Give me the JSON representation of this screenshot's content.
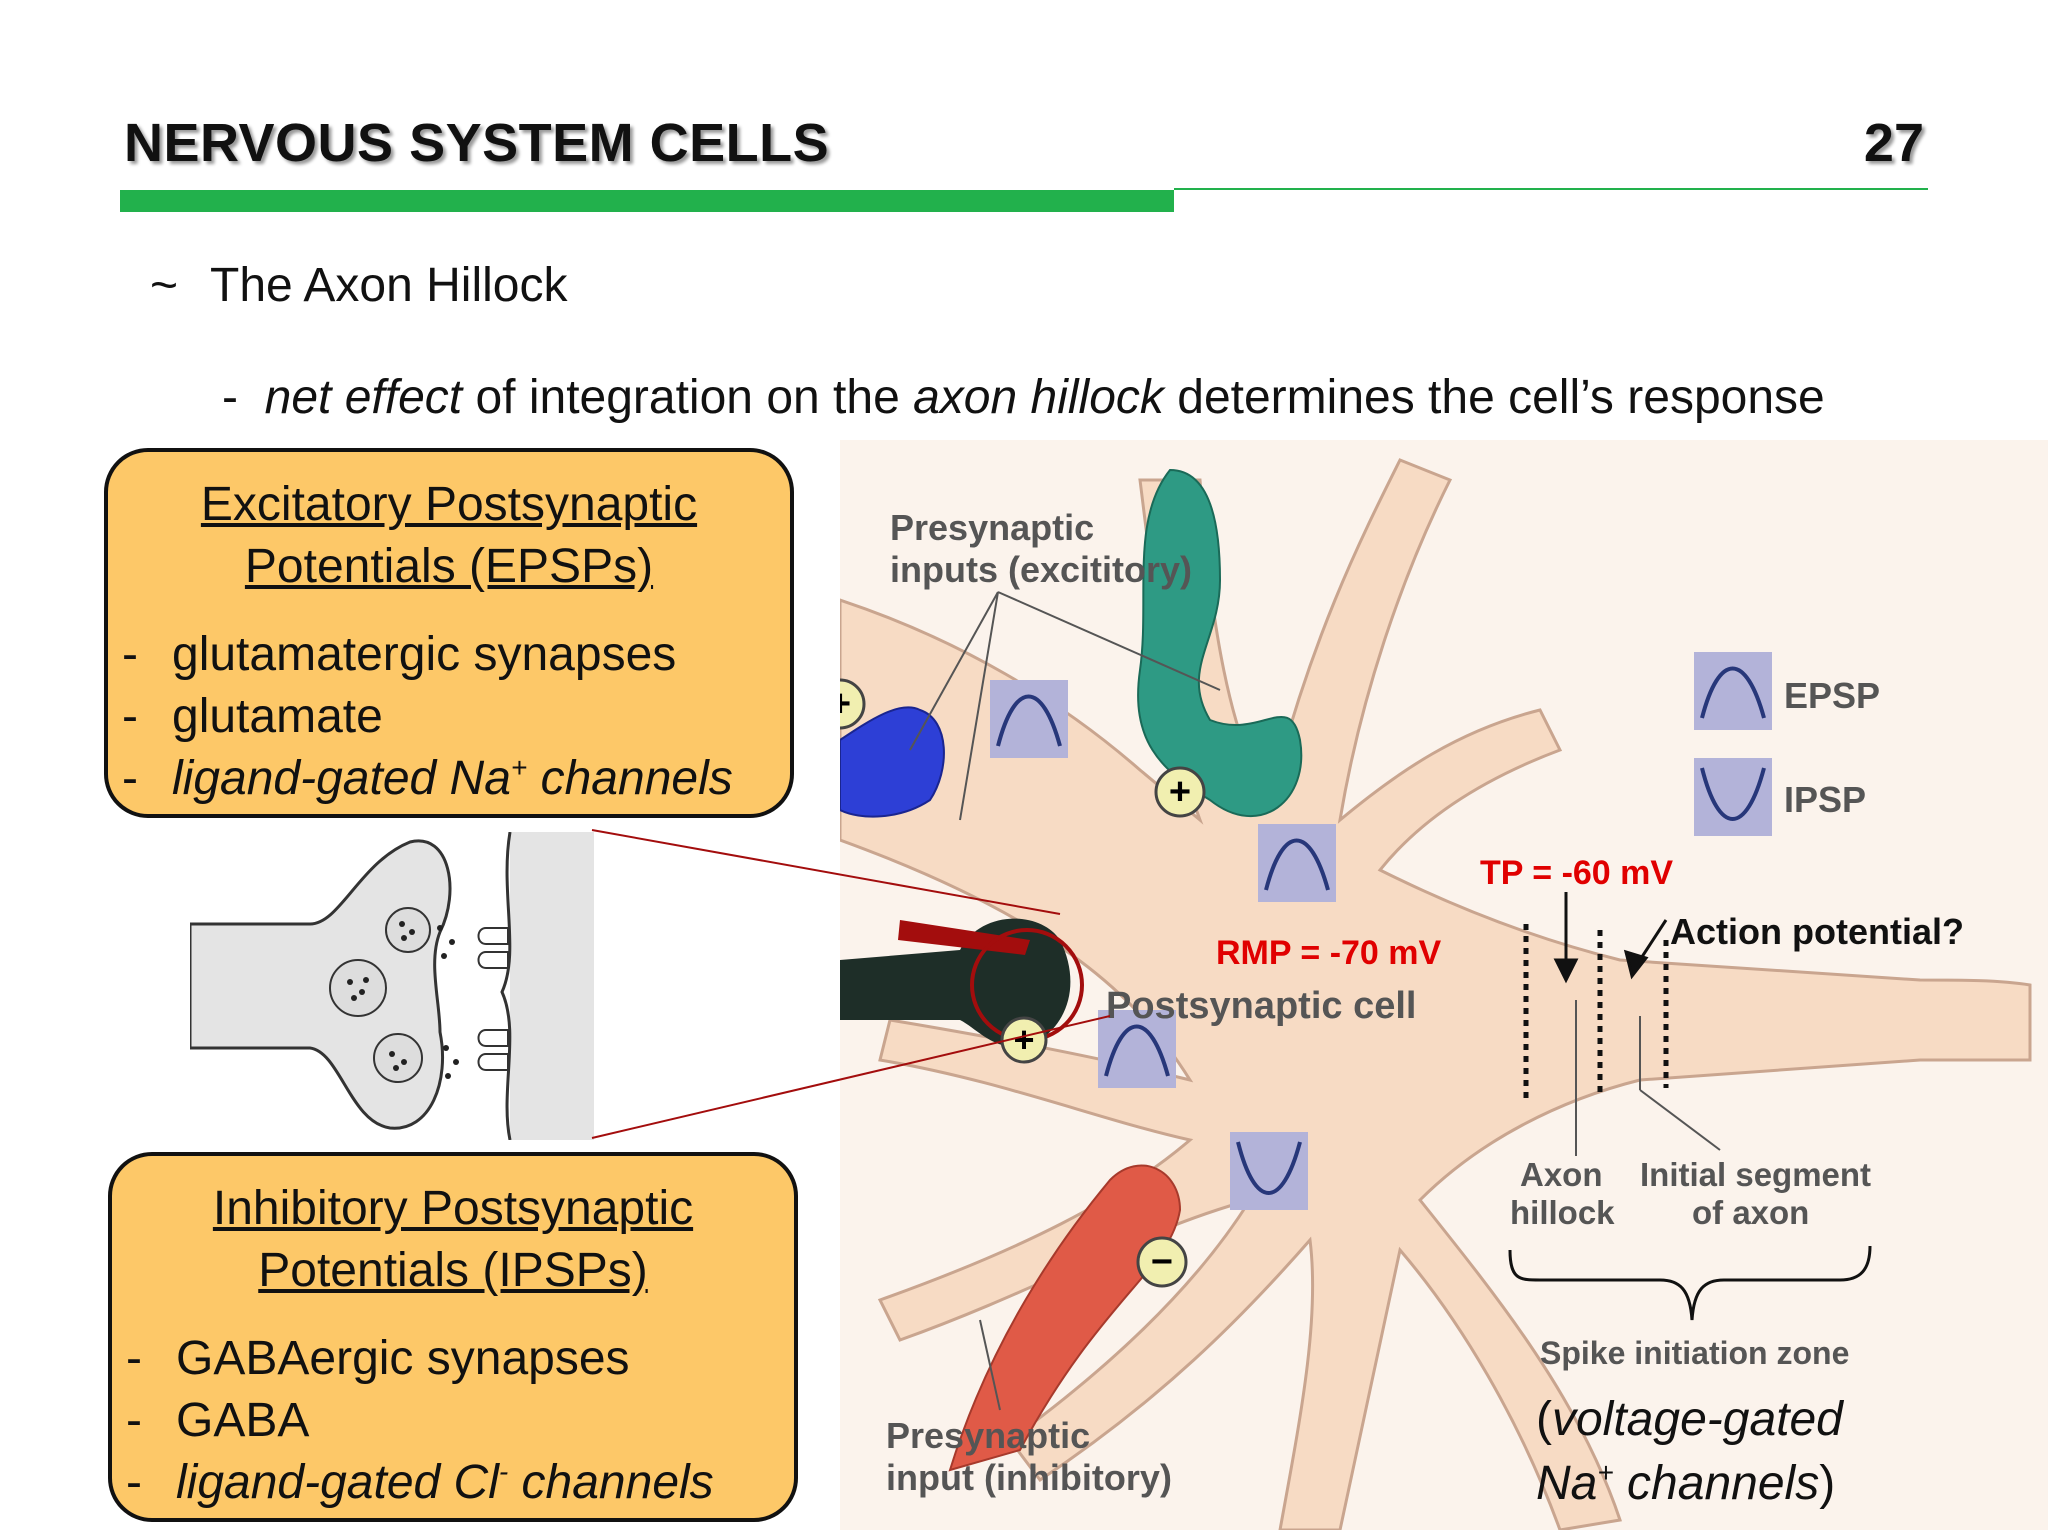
{
  "header": {
    "title": "NERVOUS SYSTEM CELLS",
    "page_number": "27",
    "accent_color": "#22b14c"
  },
  "bullets": {
    "level1_marker": "~",
    "level1_text": "The Axon Hillock",
    "level2_marker": "-",
    "level2_parts": {
      "a_italic": "net effect",
      "b": " of integration on the ",
      "c_italic": "axon hillock",
      "d": " determines the cell’s response"
    }
  },
  "epsp_box": {
    "heading_line1": "Excitatory Postsynaptic",
    "heading_line2": "Potentials (EPSPs)",
    "items": [
      "glutamatergic synapses",
      "glutamate"
    ],
    "item3_pre": "ligand-gated Na",
    "item3_sup": "+",
    "item3_post": " channels",
    "fill_color": "#fdc868"
  },
  "ipsp_box": {
    "heading_line1": "Inhibitory Postsynaptic",
    "heading_line2": "Potentials (IPSPs)",
    "items": [
      "GABAergic synapses",
      "GABA"
    ],
    "item3_pre": "ligand-gated Cl",
    "item3_sup": "-",
    "item3_post": " channels",
    "fill_color": "#fdc868"
  },
  "diagram": {
    "presyn_excitatory_line1": "Presynaptic",
    "presyn_excitatory_line2": "inputs (excititory)",
    "presyn_inhibitory_line1": "Presynaptic",
    "presyn_inhibitory_line2": "input (inhibitory)",
    "postsynaptic_cell": "Postsynaptic cell",
    "rmp": "RMP = -70 mV",
    "tp": "TP = -60 mV",
    "action_potential": "Action potential?",
    "legend_epsp": "EPSP",
    "legend_ipsp": "IPSP",
    "axon_hillock_line1": "Axon",
    "axon_hillock_line2": "hillock",
    "initial_segment_line1": "Initial segment",
    "initial_segment_line2": "of axon",
    "spike_zone": "Spike initiation zone",
    "plus_sign": "+",
    "minus_sign": "−",
    "red_label_color": "#e00000"
  },
  "spike_note": {
    "open_paren": "(",
    "line1": "voltage-gated",
    "line2_pre": "Na",
    "line2_sup": "+",
    "line2_post": " channels",
    "close_paren": ")"
  }
}
